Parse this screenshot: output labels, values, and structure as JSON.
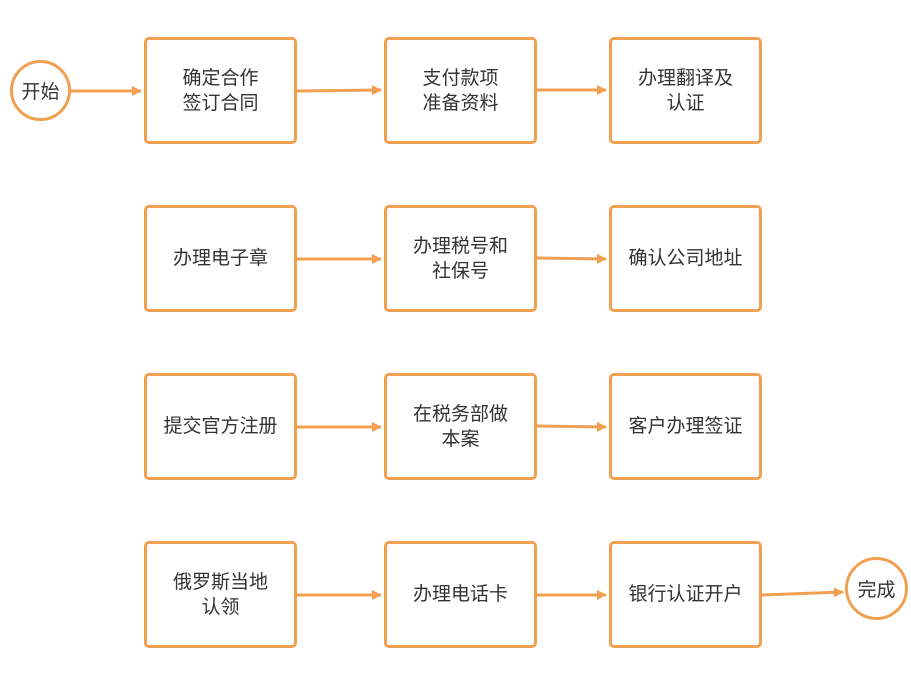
{
  "colors": {
    "accent": "#F0A050",
    "text": "#333333",
    "background": "#ffffff"
  },
  "start_label": "开始",
  "end_label": "完成",
  "rows": [
    {
      "steps": [
        "确定合作\n签订合同",
        "支付款项\n准备资料",
        "办理翻译及\n认证"
      ]
    },
    {
      "steps": [
        "办理电子章",
        "办理税号和\n社保号",
        "确认公司地址"
      ]
    },
    {
      "steps": [
        "提交官方注册",
        "在税务部做\n本案",
        "客户办理签证"
      ]
    },
    {
      "steps": [
        "俄罗斯当地\n认领",
        "办理电话卡",
        "银行认证开户"
      ]
    }
  ]
}
